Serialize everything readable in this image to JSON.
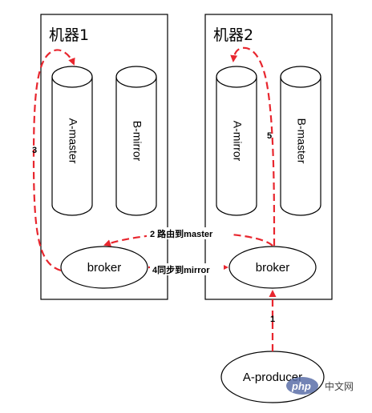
{
  "machines": [
    {
      "title": "机器1"
    },
    {
      "title": "机器2"
    }
  ],
  "queues": [
    {
      "label": "A-master"
    },
    {
      "label": "B-mirror"
    },
    {
      "label": "A-mirror"
    },
    {
      "label": "B-master"
    }
  ],
  "nodes": {
    "broker_1": "broker",
    "broker_2": "broker",
    "producer": "A-producer"
  },
  "steps": [
    {
      "label": "1"
    },
    {
      "label": "2 路由到master"
    },
    {
      "label": "3"
    },
    {
      "label": "4同步到mirror"
    },
    {
      "label": "5"
    }
  ],
  "watermark": {
    "logo_text": "php",
    "site_text": "中文网"
  },
  "colors": {
    "arrow": "#e8262e",
    "outline": "#000000",
    "background": "#ffffff"
  }
}
